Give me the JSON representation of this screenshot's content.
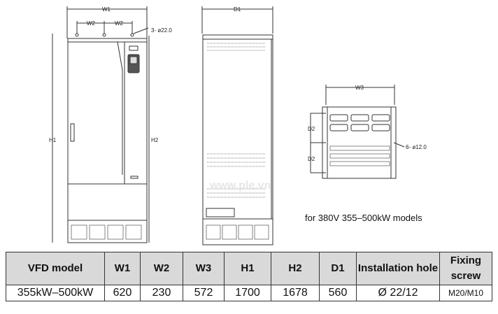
{
  "drawing": {
    "front_labels": {
      "w1": "W1",
      "w2a": "W2",
      "w2b": "W2",
      "holes": "3- ø22.0",
      "h1": "H1",
      "h2": "H2"
    },
    "side_labels": {
      "d1": "D1"
    },
    "base_labels": {
      "w3": "W3",
      "d2a": "D2",
      "d2b": "D2",
      "holes": "6- ø12.0"
    },
    "watermark": "www.ple.vn",
    "caption": "for 380V 355–500kW models"
  },
  "table": {
    "headers": [
      "VFD model",
      "W1",
      "W2",
      "W3",
      "H1",
      "H2",
      "D1",
      "Installation hole",
      "Fixing screw"
    ],
    "rows": [
      [
        "355kW–500kW",
        "620",
        "230",
        "572",
        "1700",
        "1678",
        "560",
        "Ø 22/12",
        "M20/M10"
      ]
    ]
  }
}
